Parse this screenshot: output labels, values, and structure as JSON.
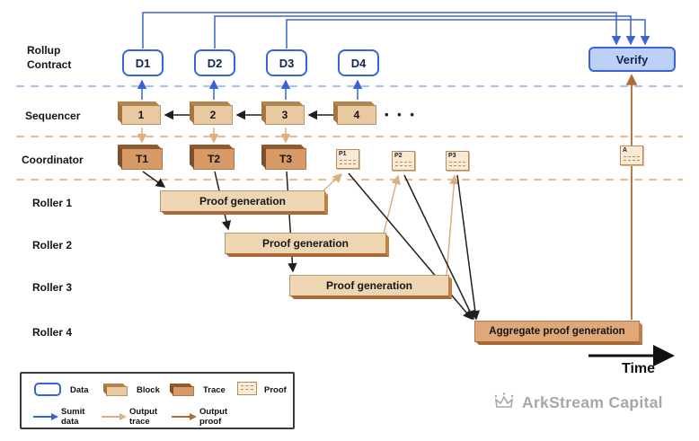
{
  "rows": {
    "rollup_contract": "Rollup Contract",
    "sequencer": "Sequencer",
    "coordinator": "Coordinator",
    "roller1": "Roller 1",
    "roller2": "Roller 2",
    "roller3": "Roller 3",
    "roller4": "Roller 4"
  },
  "contract": {
    "data_blocks": [
      "D1",
      "D2",
      "D3",
      "D4"
    ],
    "verify": "Verify"
  },
  "sequencer": {
    "blocks": [
      "1",
      "2",
      "3",
      "4"
    ],
    "ellipsis": "• • •"
  },
  "coordinator": {
    "traces": [
      "T1",
      "T2",
      "T3"
    ],
    "proofs": [
      "P1",
      "P2",
      "P3"
    ],
    "aggregate_proof": "A"
  },
  "rollers": {
    "proof_generation": "Proof generation",
    "aggregate": "Aggregate proof generation"
  },
  "time_label": "Time",
  "legend": {
    "data": "Data",
    "block": "Block",
    "trace": "Trace",
    "proof": "Proof",
    "submit_data": "Sumit data",
    "output_trace": "Output trace",
    "output_proof": "Output proof"
  },
  "watermark": "ArkStream Capital",
  "colors": {
    "blue": "#3a63d8",
    "verify_fill": "#bdd0f6",
    "dashed_blue": "#aac4f0",
    "dashed_tan": "#e9bd92",
    "block_face": "#e9c9a2",
    "trace_face": "#d79a66",
    "bar_face": "#efd6b2",
    "aggregate_face": "#e0a878",
    "arrow_light": "#dcae80",
    "arrow_dark": "#b06b33",
    "watermark": "#a4a8ad"
  }
}
